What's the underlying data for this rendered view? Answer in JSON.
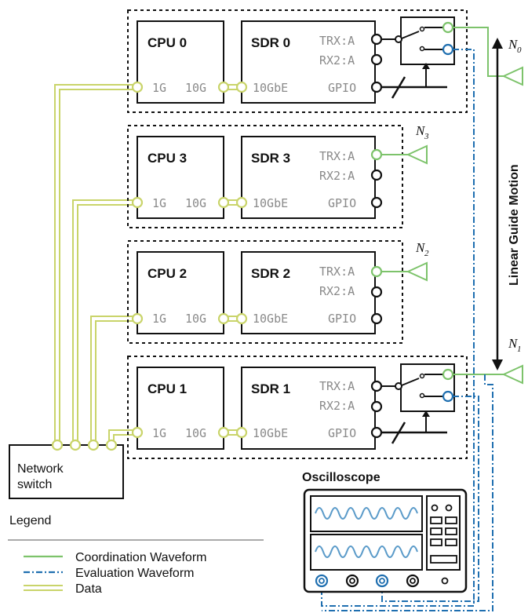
{
  "colors": {
    "coordination": "#7dc36b",
    "evaluation": "#1f6fb0",
    "data": "#c9d46a",
    "port_label": "#8a8a8a",
    "wave": "#5b9bc9"
  },
  "nodes": [
    {
      "cpu": "CPU 0",
      "sdr": "SDR 0",
      "has_switch": true
    },
    {
      "cpu": "CPU 3",
      "sdr": "SDR 3",
      "has_switch": false
    },
    {
      "cpu": "CPU 2",
      "sdr": "SDR 2",
      "has_switch": false
    },
    {
      "cpu": "CPU 1",
      "sdr": "SDR 1",
      "has_switch": true
    }
  ],
  "ports": {
    "cpu_1g": "1G",
    "cpu_10g": "10G",
    "sdr_10gbe": "10GbE",
    "trx": "TRX:A",
    "rx2": "RX2:A",
    "gpio": "GPIO"
  },
  "antennas": [
    {
      "letter": "N",
      "sub": "0"
    },
    {
      "letter": "N",
      "sub": "3"
    },
    {
      "letter": "N",
      "sub": "2"
    },
    {
      "letter": "N",
      "sub": "1"
    }
  ],
  "motion_label": "Linear Guide Motion",
  "network_switch": {
    "line1": "Network",
    "line2": "switch"
  },
  "oscilloscope_label": "Oscilloscope",
  "legend": {
    "title": "Legend",
    "items": [
      {
        "label": "Coordination Waveform",
        "style": "solid-green"
      },
      {
        "label": "Evaluation Waveform",
        "style": "dashdot-blue"
      },
      {
        "label": "Data",
        "style": "double-yellow"
      }
    ]
  }
}
